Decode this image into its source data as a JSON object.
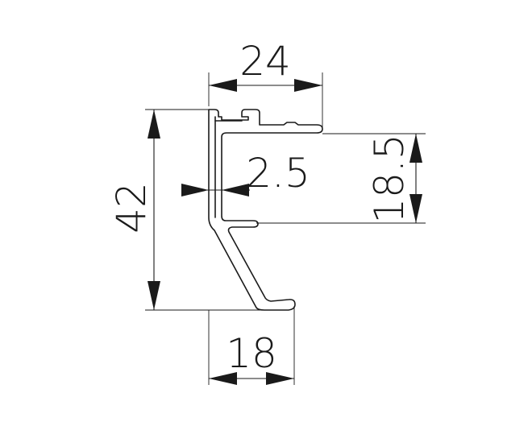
{
  "drawing": {
    "line_color": "#1a1a1a",
    "dimensions": {
      "top_width": "24",
      "height_total": "42",
      "wall_thickness": "2.5",
      "inner_height": "18.5",
      "bottom_width": "18"
    }
  }
}
